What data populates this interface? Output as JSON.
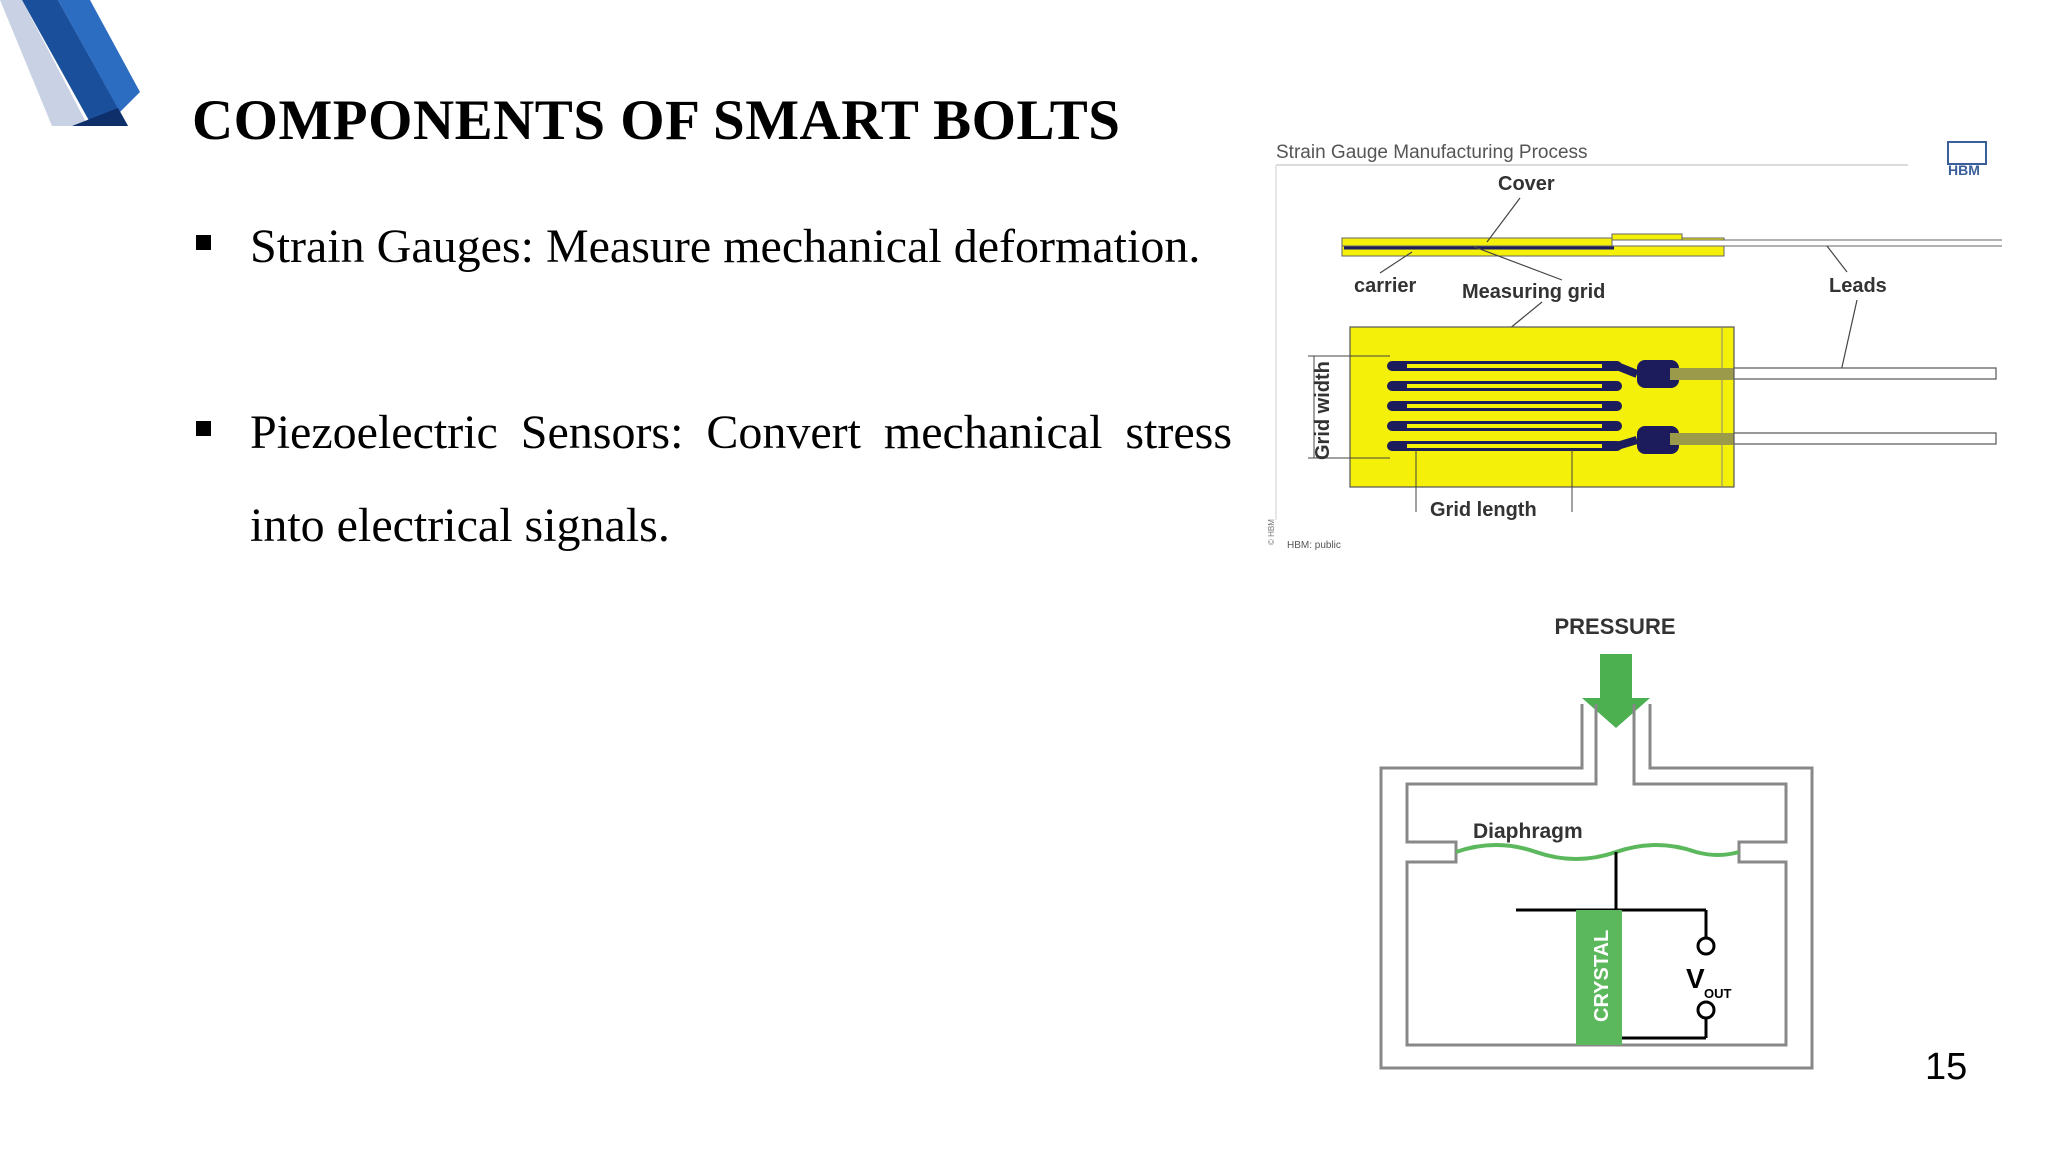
{
  "slide": {
    "title": "COMPONENTS OF SMART BOLTS",
    "page_number": "15",
    "bullets": [
      {
        "text": "Strain Gauges: Measure mechanical deformation."
      },
      {
        "text": "Piezoelectric Sensors: Convert mechanical stress into electrical signals."
      }
    ]
  },
  "strain_gauge_figure": {
    "header": "Strain Gauge Manufacturing Process",
    "logo_text": "HBM",
    "labels": {
      "cover": "Cover",
      "carrier": "carrier",
      "measuring_grid": "Measuring grid",
      "leads": "Leads",
      "grid_width": "Grid width",
      "grid_length": "Grid length"
    },
    "footer": "HBM: public",
    "copyright": "© HBM",
    "colors": {
      "carrier": "#f5f00a",
      "grid": "#1c1c5c",
      "lead": "#ffffff"
    }
  },
  "piezo_figure": {
    "pressure_label": "PRESSURE",
    "diaphragm_label": "Diaphragm",
    "crystal_label": "CRYSTAL",
    "vout_main": "V",
    "vout_sub": "OUT",
    "colors": {
      "arrow": "#4caf50",
      "crystal": "#5cb85c",
      "diaphragm": "#5cb85c"
    }
  },
  "brand_colors": {
    "primary": "#1a4f9c",
    "dark": "#0f2f6b",
    "light": "#bcc8de"
  }
}
